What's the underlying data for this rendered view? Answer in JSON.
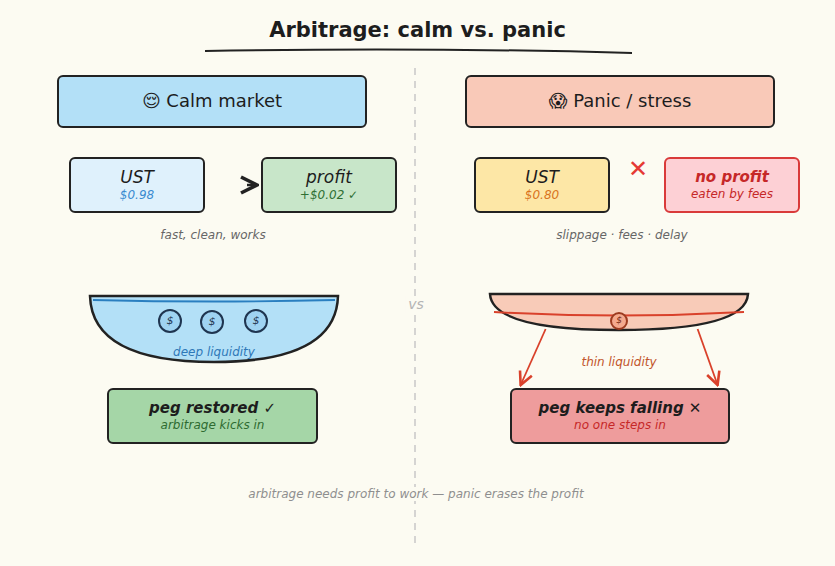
{
  "diagram": {
    "title": "Arbitrage: calm vs. panic",
    "caption": "arbitrage needs profit to work — panic erases the profit",
    "nodes": [
      {
        "text": [
          "😌 Calm market"
        ]
      },
      {
        "text": [
          "😱 Panic / stress"
        ]
      },
      {
        "text": [
          "UST",
          "$0.98"
        ]
      },
      {
        "text": [
          "profit",
          "+$0.02 ✓"
        ]
      },
      {
        "text": [
          "UST",
          "$0.80"
        ]
      },
      {
        "text": [
          "no profit",
          "eaten by fees"
        ]
      },
      {
        "text": [
          "deep liquidity"
        ]
      },
      {
        "text": [
          "$"
        ],
        "in": 6
      },
      {
        "text": [
          "$"
        ],
        "in": 6
      },
      {
        "text": [
          "$"
        ],
        "in": 6
      },
      {
        "text": [
          "thin liquidity"
        ]
      },
      {
        "text": [
          "$"
        ],
        "in": 10
      },
      {
        "text": [
          "peg restored ✓",
          "arbitrage kicks in"
        ]
      },
      {
        "text": [
          "peg keeps falling ✕",
          "no one steps in"
        ]
      }
    ],
    "edges": [
      {
        "from": 2,
        "to": 3,
        "arrow": "to"
      },
      {
        "from": 10,
        "to": 13,
        "arrow": "to"
      },
      {
        "from": 10,
        "to": 13,
        "arrow": "to"
      }
    ],
    "labels": [
      "fast, clean, works",
      "✕",
      "slippage · fees · delay",
      "vs"
    ]
  }
}
